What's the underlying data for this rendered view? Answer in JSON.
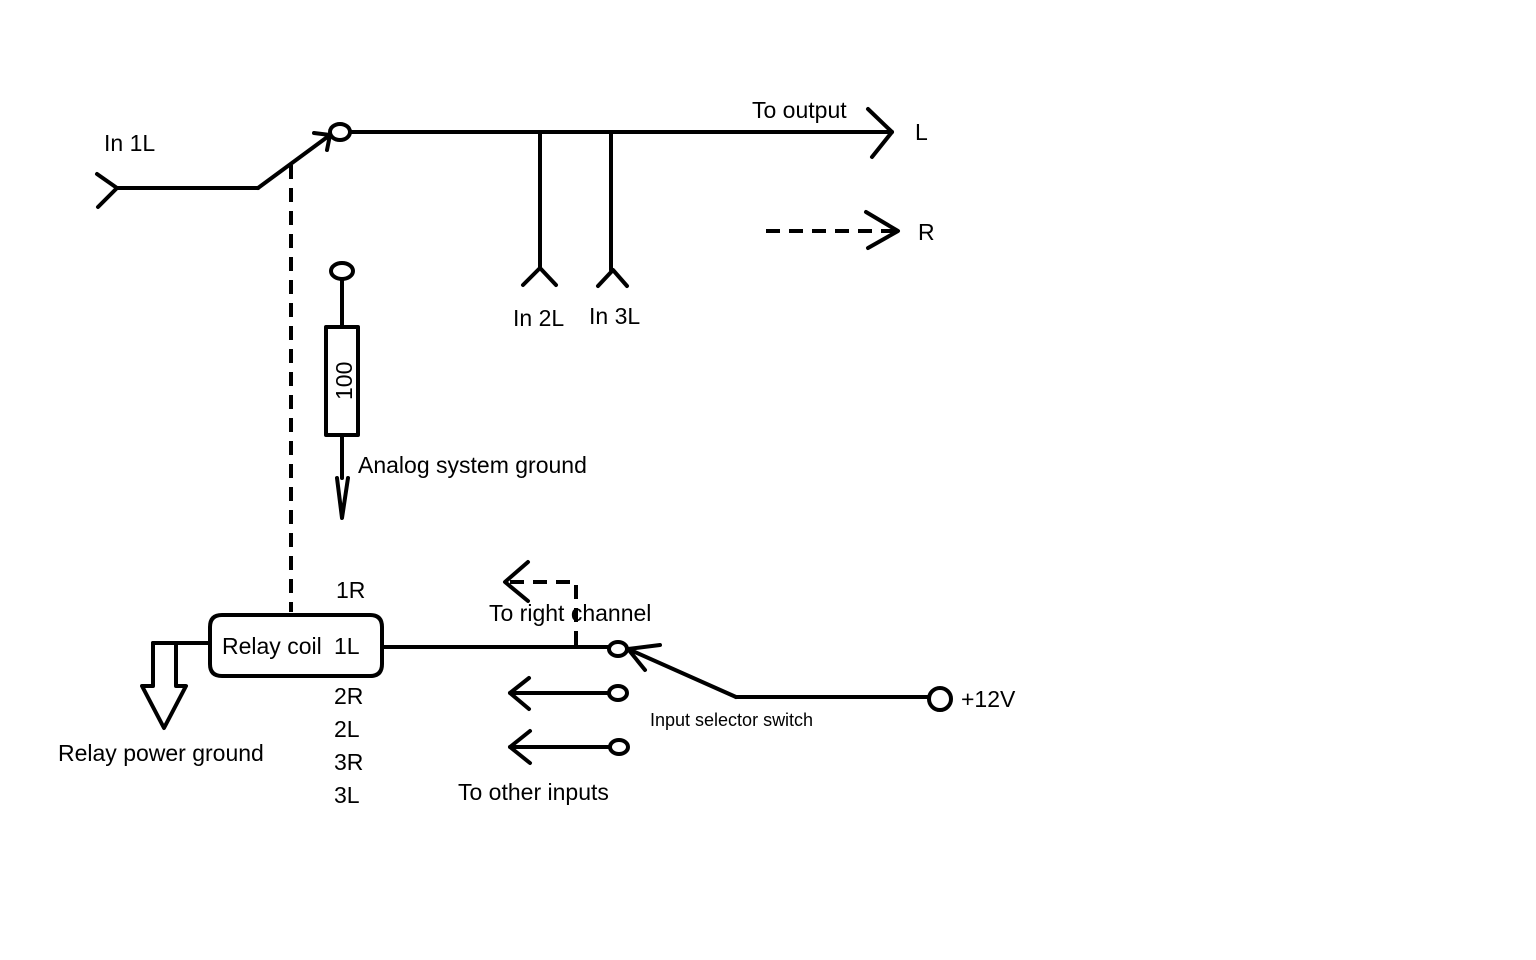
{
  "labels": {
    "in1l": "In 1L",
    "to_output": "To output",
    "out_l": "L",
    "out_r": "R",
    "in2l": "In 2L",
    "in3l": "In 3L",
    "resistor_value": "100",
    "analog_ground": "Analog system ground",
    "relay_1r": "1R",
    "relay_coil": "Relay coil",
    "relay_1l": "1L",
    "relay_2r": "2R",
    "relay_2l": "2L",
    "relay_3r": "3R",
    "relay_3l": "3L",
    "relay_power_ground": "Relay power ground",
    "to_right_channel": "To right channel",
    "to_other_inputs": "To other inputs",
    "input_selector_switch": "Input selector switch",
    "supply": "+12V"
  }
}
